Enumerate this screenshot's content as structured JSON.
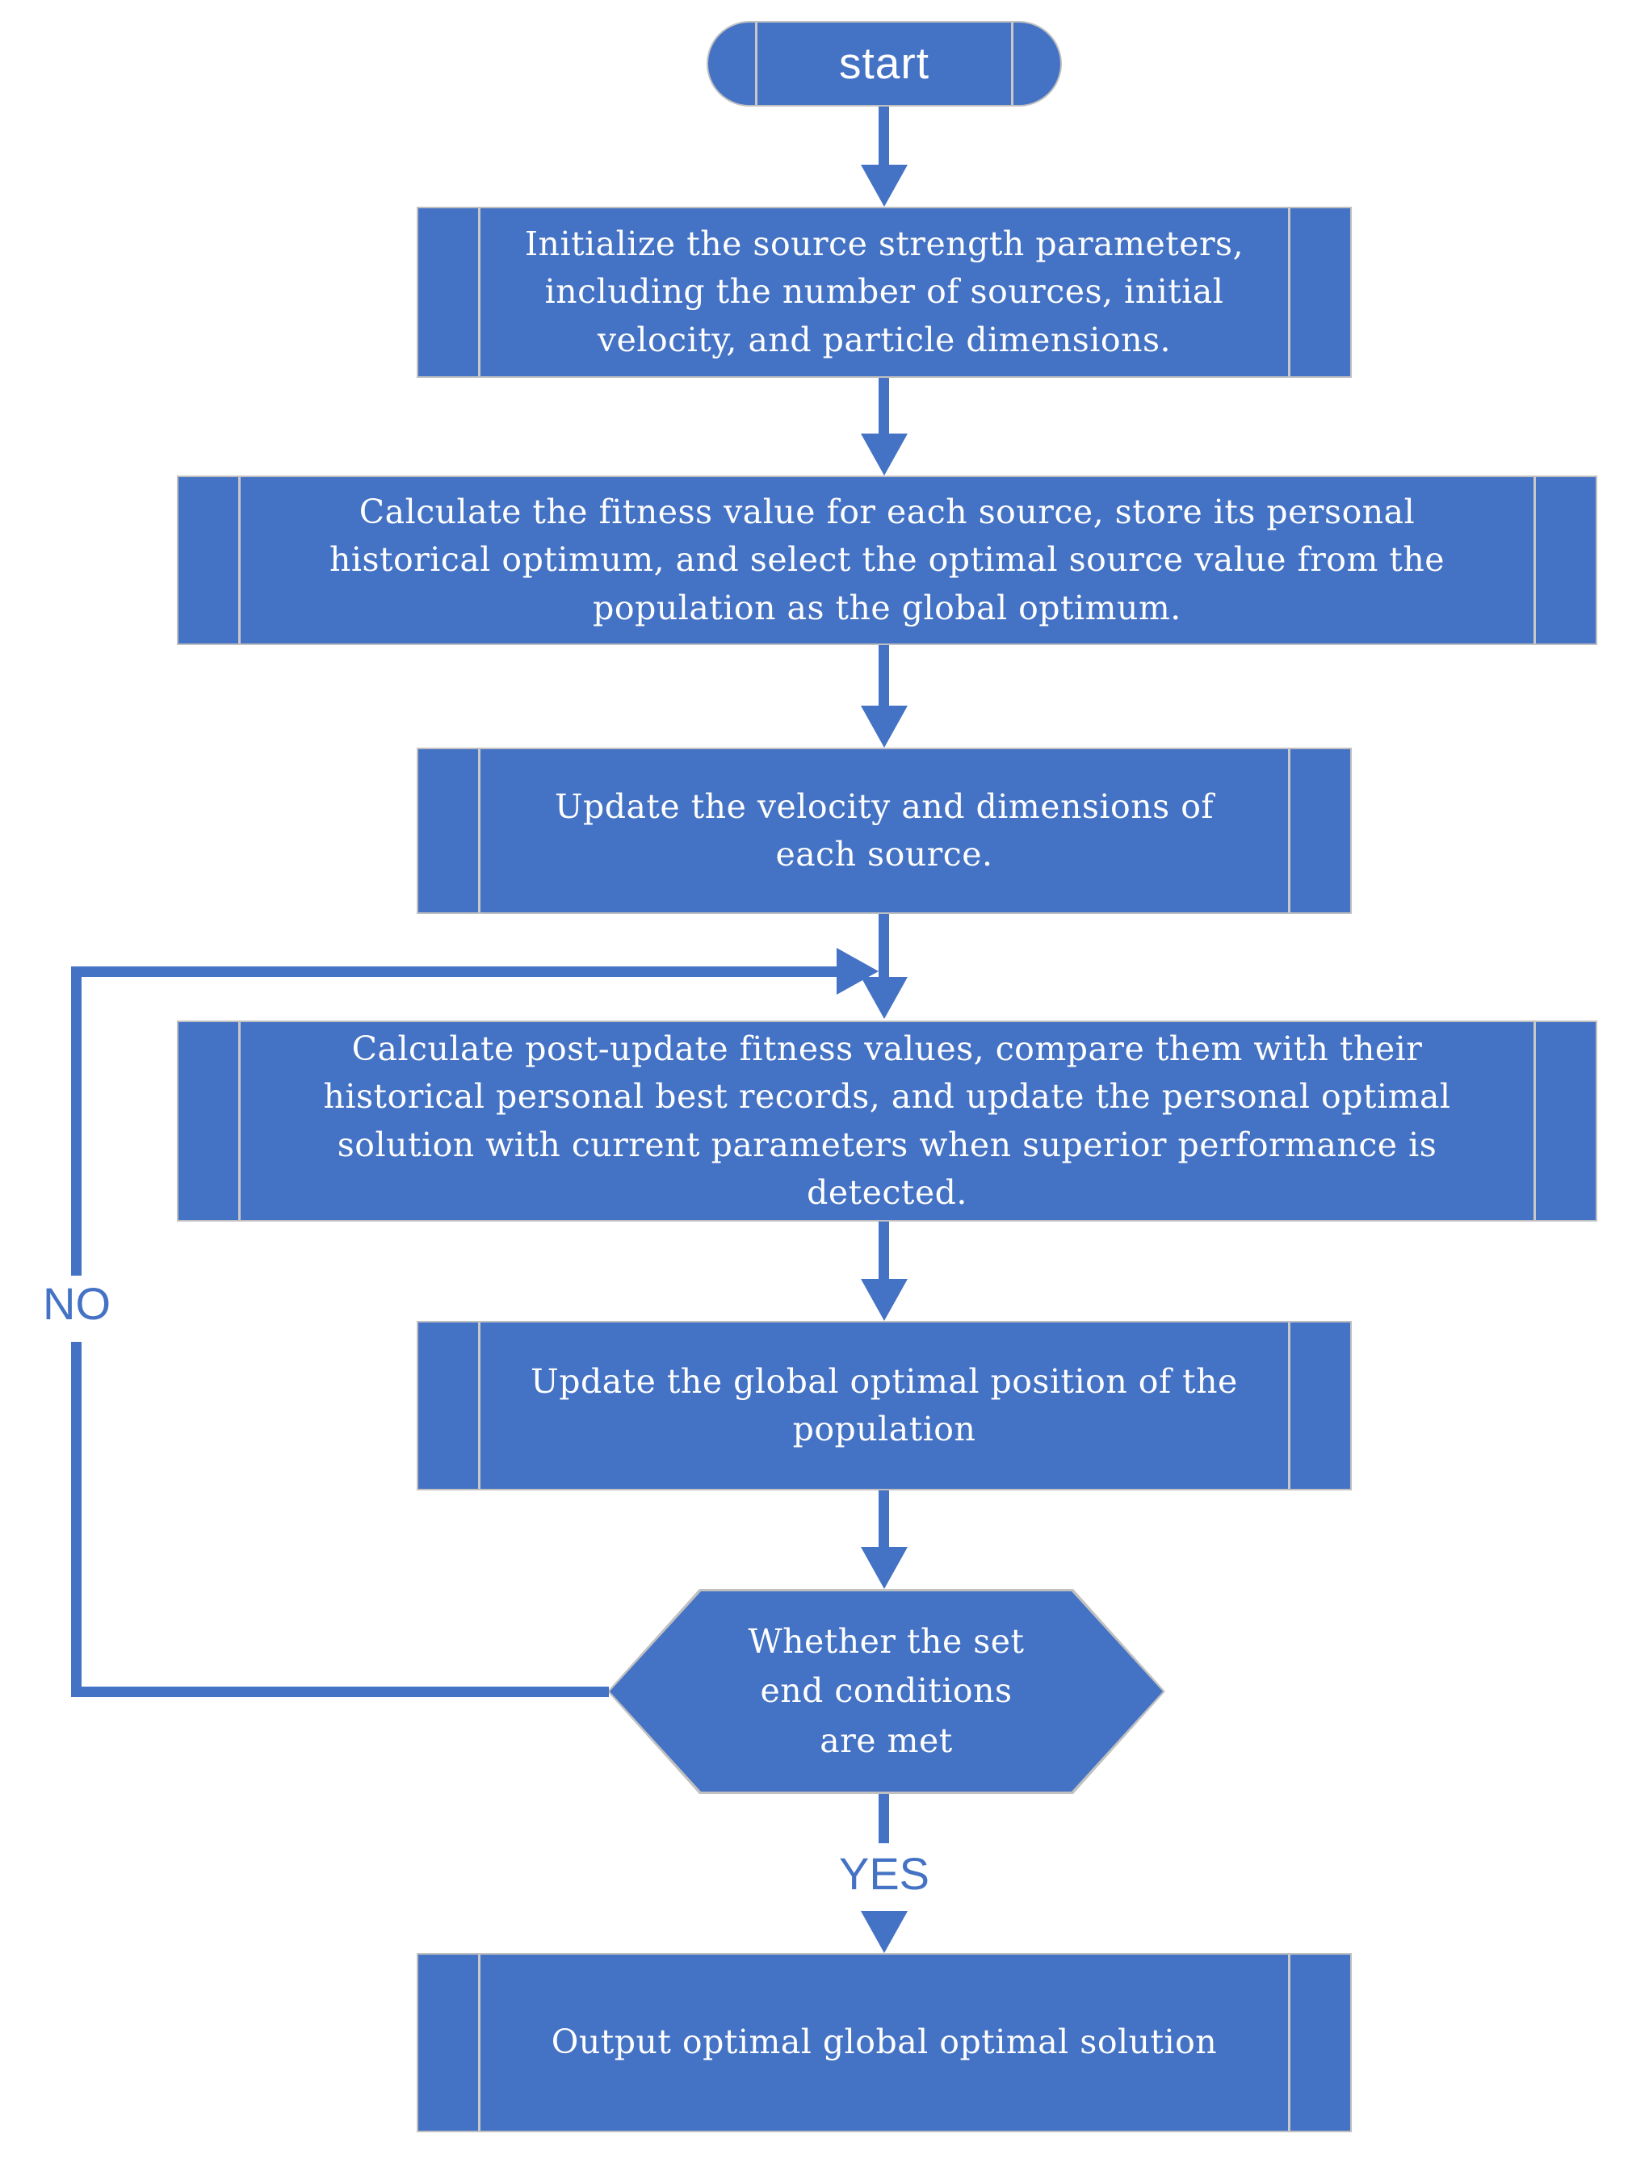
{
  "flowchart": {
    "colors": {
      "shape_fill": "#4472C4",
      "shape_border": "#C0C0C0",
      "connector": "#4472C4",
      "shape_text": "#FFFFFF",
      "branch_label": "#4472C4",
      "background": "#FFFFFF"
    },
    "nodes": {
      "start": {
        "label": "start",
        "shape": "terminator"
      },
      "init": {
        "text": "Initialize the source strength parameters, including the number of sources, initial velocity, and particle dimensions.",
        "shape": "process"
      },
      "fitness": {
        "text": "Calculate the fitness value for each source, store its personal historical optimum, and select the optimal source value from the population as the global optimum.",
        "shape": "process"
      },
      "update_velocity": {
        "text": "Update the velocity and dimensions of each source.",
        "shape": "process"
      },
      "post_update": {
        "text": "Calculate post-update fitness values, compare them with their historical personal best records, and update the personal optimal solution with current parameters when superior performance is detected.",
        "shape": "process"
      },
      "update_global": {
        "text": "Update the global optimal position of the population",
        "shape": "process"
      },
      "decision": {
        "text": "Whether the set end conditions are met",
        "shape": "decision-hexagon"
      },
      "output": {
        "text": "Output optimal global optimal solution",
        "shape": "process"
      }
    },
    "edge_labels": {
      "yes": "YES",
      "no": "NO"
    }
  }
}
